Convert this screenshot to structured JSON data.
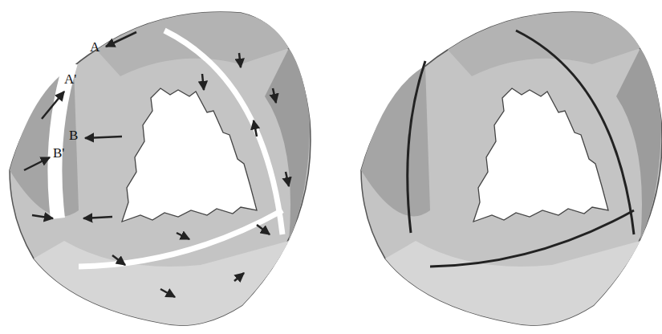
{
  "diagram": {
    "labels": [
      "A",
      "A'",
      "B",
      "B'"
    ]
  }
}
